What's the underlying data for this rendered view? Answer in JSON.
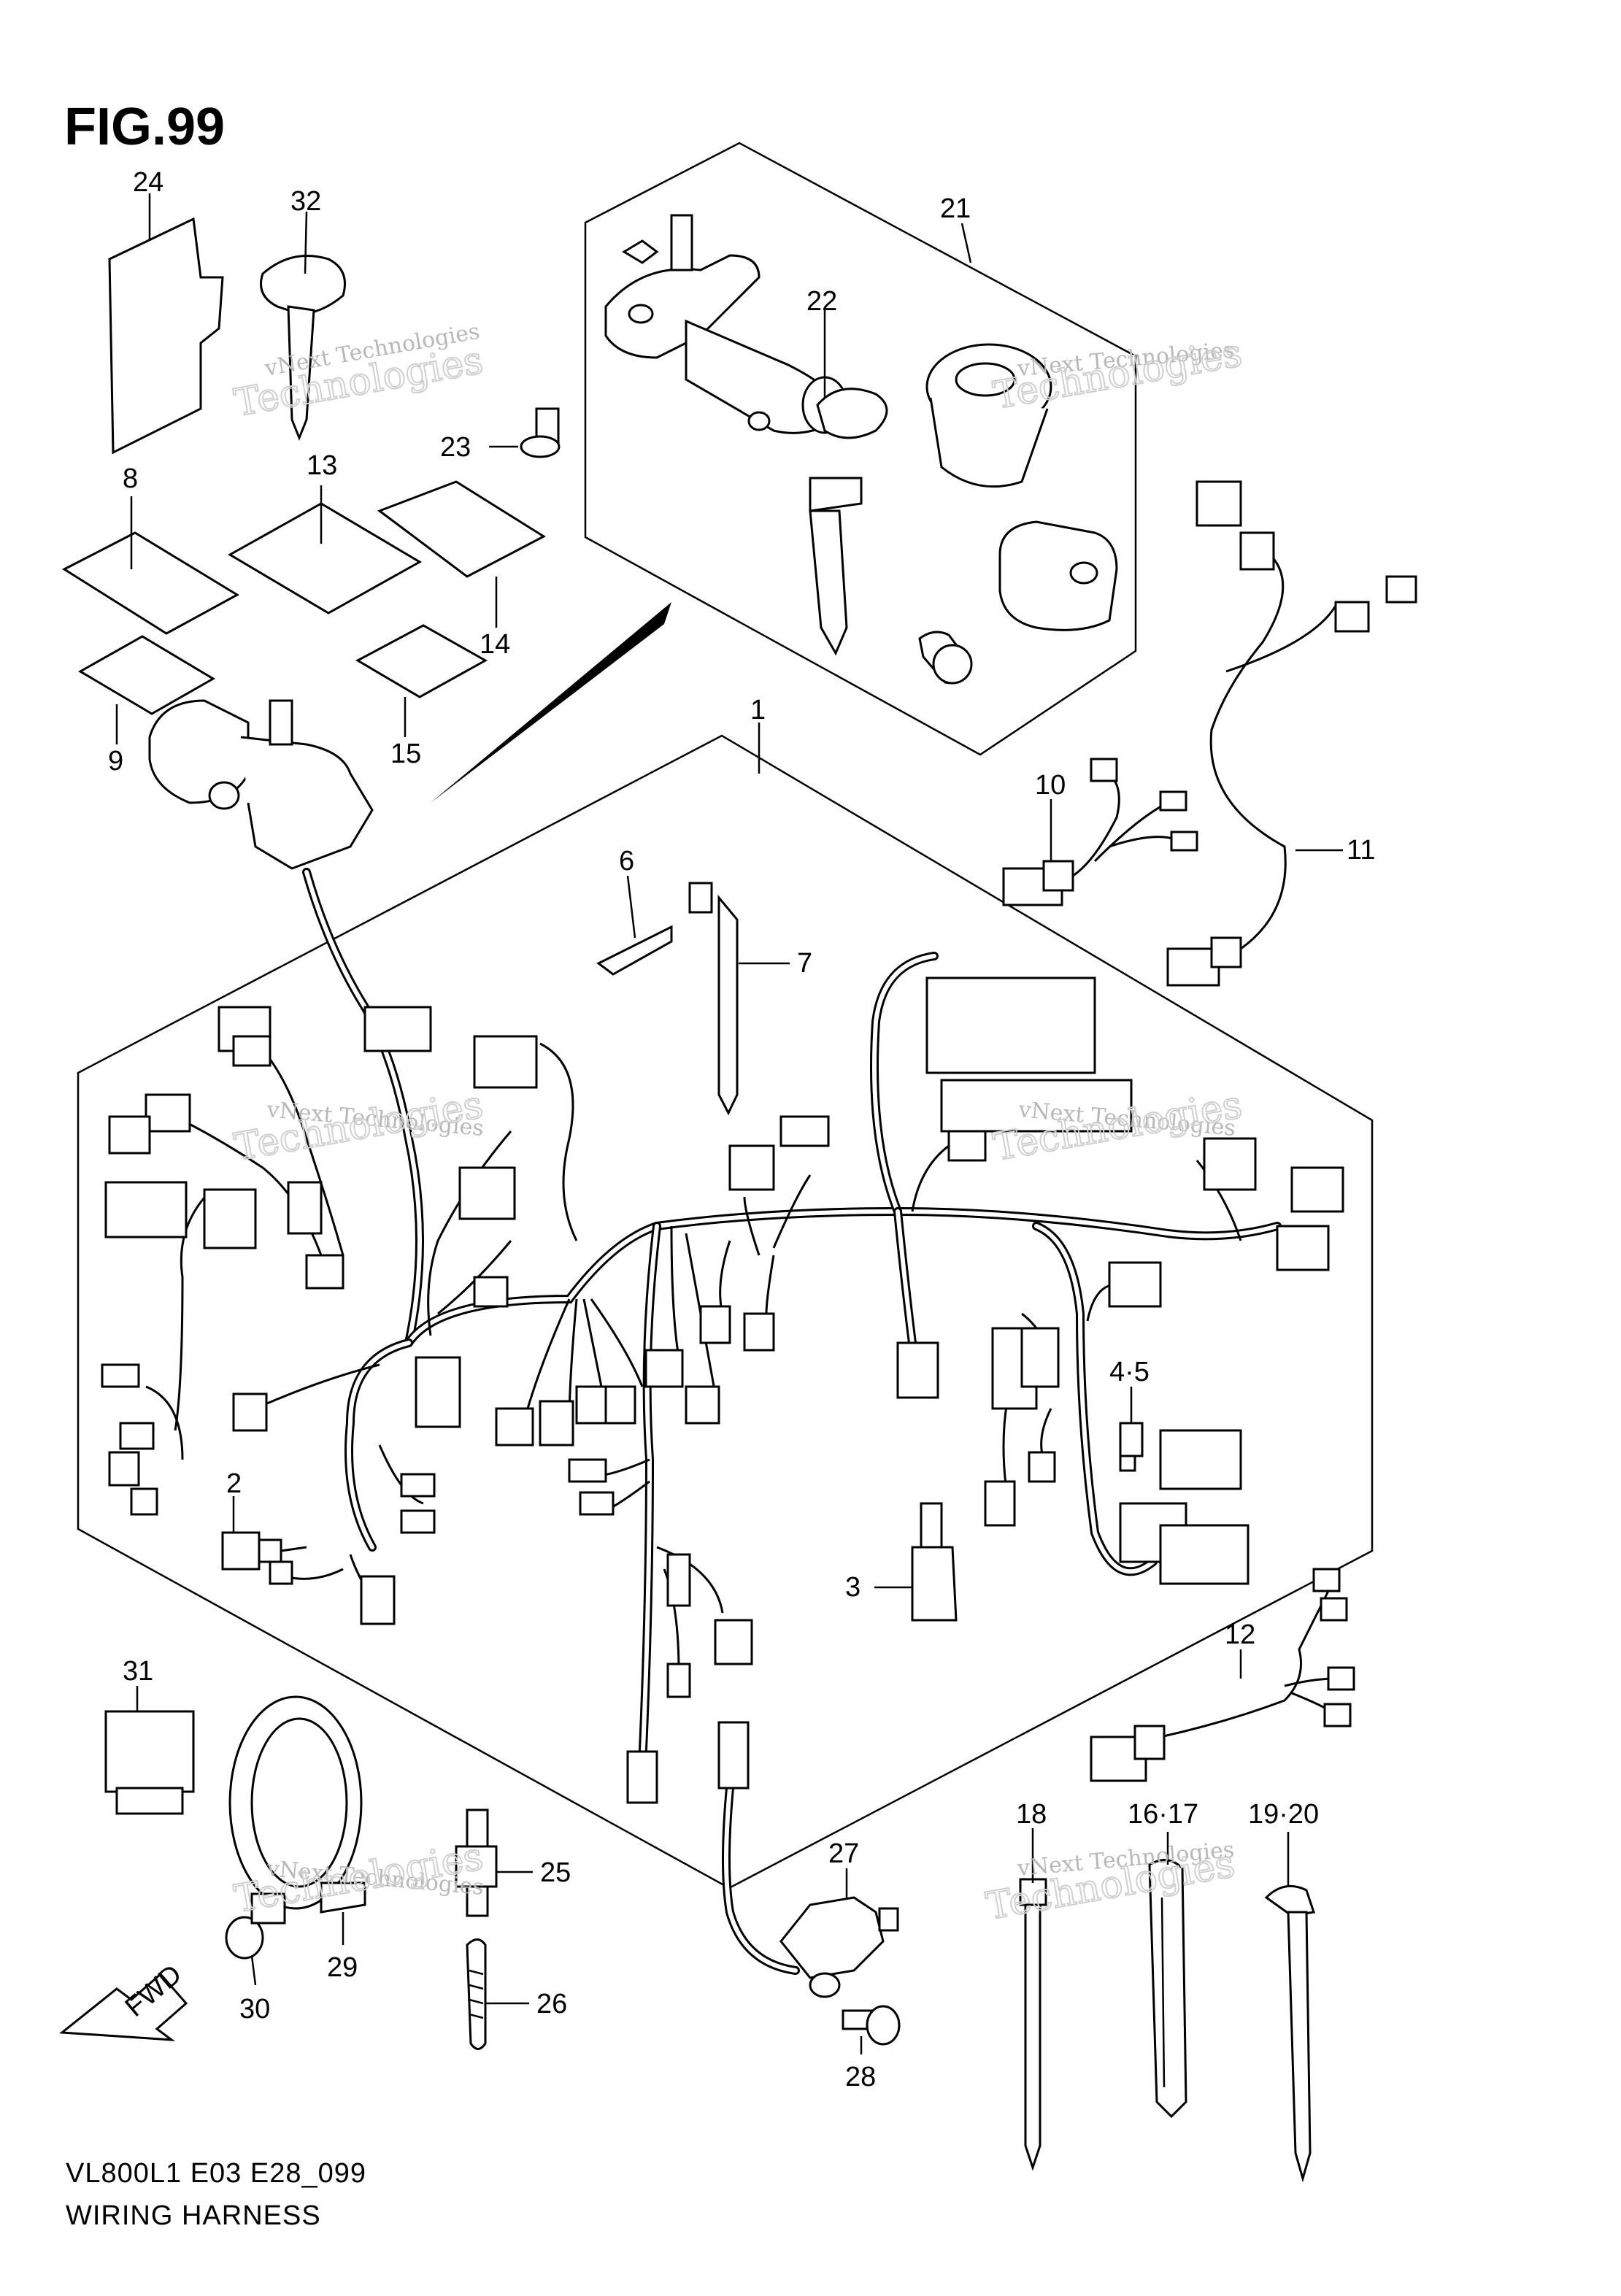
{
  "figure": {
    "title": "FIG.99"
  },
  "footer": {
    "model": "VL800L1 E03 E28_099",
    "name": "WIRING HARNESS"
  },
  "watermark": {
    "small": "vNext Technologies",
    "large": "Technologies",
    "top": "vNext"
  },
  "fwd_label": "FWD",
  "part_labels": [
    "24",
    "32",
    "21",
    "22",
    "23",
    "8",
    "13",
    "14",
    "9",
    "15",
    "1",
    "6",
    "7",
    "10",
    "11",
    "2",
    "4·5",
    "3",
    "31",
    "12",
    "18",
    "16·17",
    "19·20",
    "25",
    "27",
    "26",
    "29",
    "30",
    "28"
  ],
  "colors": {
    "line": "#000000",
    "watermark": "#b8b8b8",
    "background": "#ffffff"
  }
}
